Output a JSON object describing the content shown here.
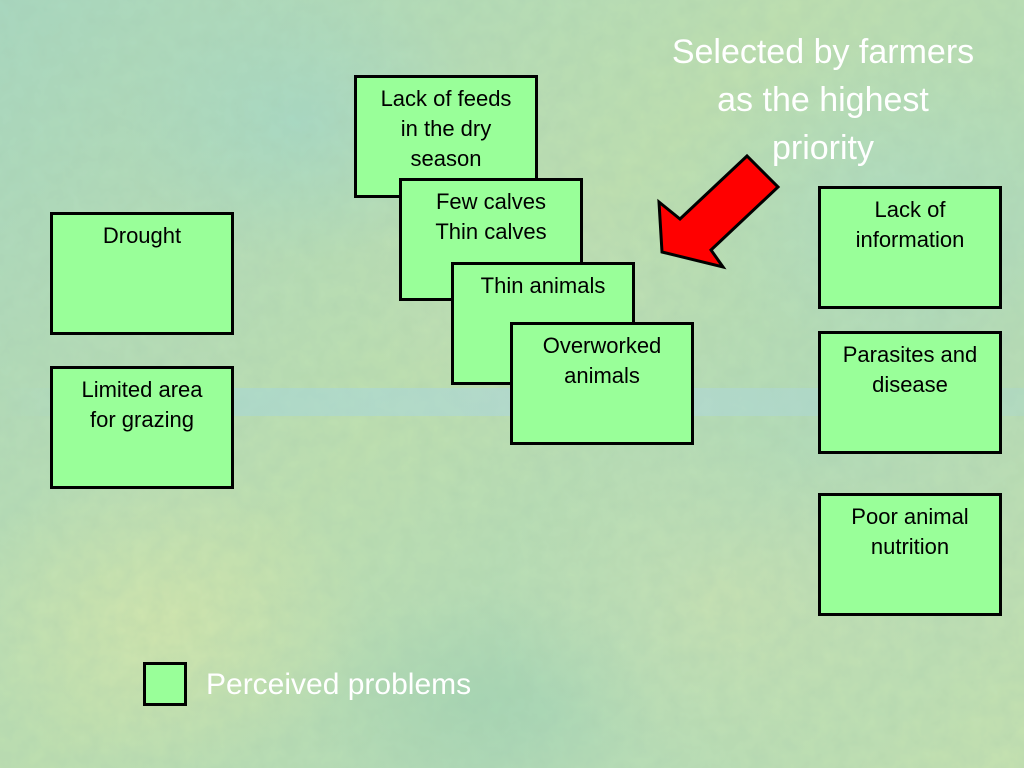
{
  "annotation": {
    "lines": [
      "Selected by farmers",
      "as the highest",
      "priority"
    ],
    "color": "#ffffff"
  },
  "arrow": {
    "fill": "#ff0000",
    "stroke": "#000000"
  },
  "boxes": {
    "lack_of_feeds": [
      "Lack of feeds",
      "in the dry",
      "season"
    ],
    "few_calves": [
      "Few calves",
      "Thin calves"
    ],
    "thin_animals": [
      "Thin animals"
    ],
    "overworked": [
      "Overworked",
      "animals"
    ],
    "drought": [
      "Drought"
    ],
    "limited_area": [
      "Limited area",
      "for grazing"
    ],
    "lack_of_information": [
      "Lack of",
      "information"
    ],
    "parasites": [
      "Parasites and",
      "disease"
    ],
    "poor_nutrition": [
      "Poor animal",
      "nutrition"
    ]
  },
  "legend": {
    "label": "Perceived problems",
    "swatch_color": "#99ff99"
  },
  "colors": {
    "box_fill": "#99ff99",
    "box_border": "#000000",
    "background": "#b3dcb1"
  }
}
